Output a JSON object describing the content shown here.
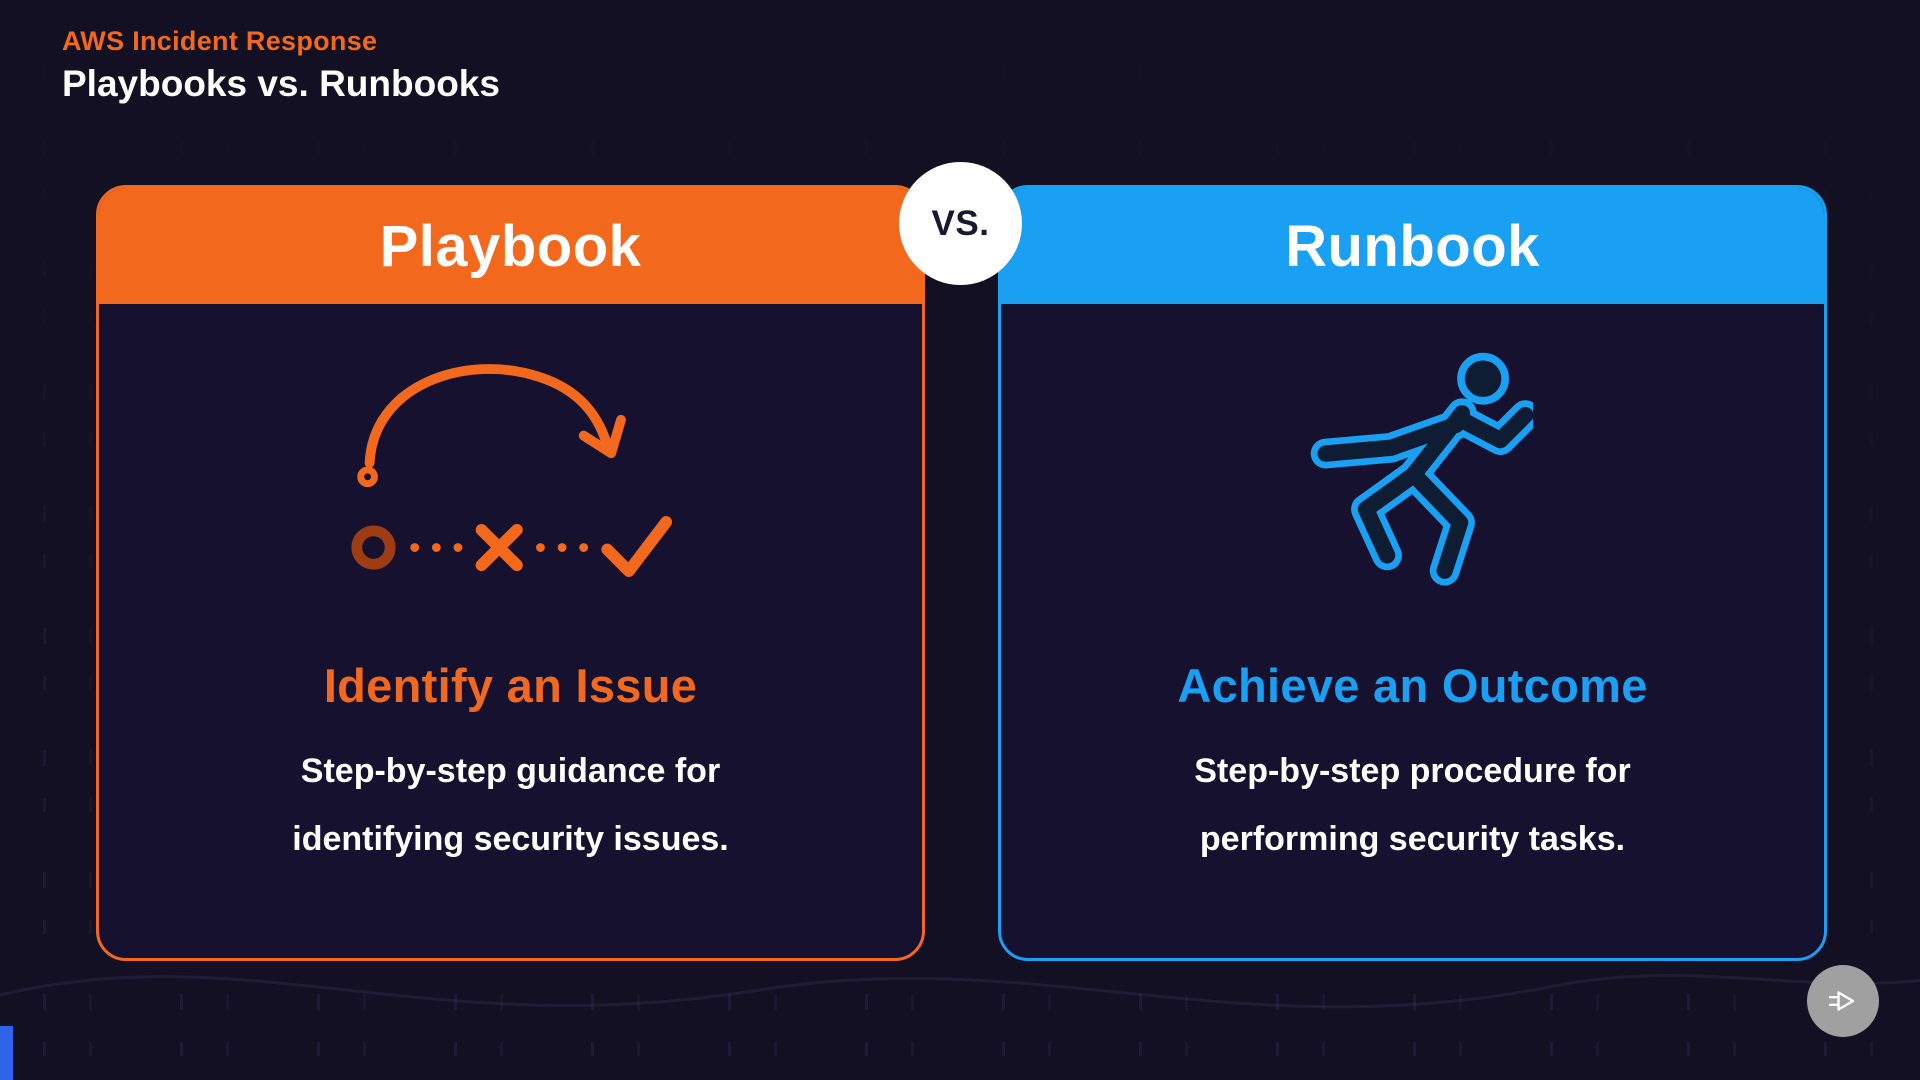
{
  "header": {
    "eyebrow": "AWS Incident Response",
    "title": "Playbooks vs. Runbooks"
  },
  "vs_label": "VS.",
  "cards": [
    {
      "title": "Playbook",
      "icon": "strategy-arc-arrow-icon",
      "heading": "Identify an Issue",
      "description_lines": [
        "Step-by-step guidance for",
        "identifying security issues."
      ]
    },
    {
      "title": "Runbook",
      "icon": "runner-icon",
      "heading": "Achieve an Outcome",
      "description_lines": [
        "Step-by-step procedure for",
        "performing security tasks."
      ]
    }
  ],
  "icons": {
    "playbook_card": "strategy-arc-arrow-icon",
    "runbook_card": "runner-icon",
    "brand": "pluralsight-play-icon"
  },
  "colors": {
    "background": "#131023",
    "card_background": "#171130",
    "accent_orange": "#F2691D",
    "accent_orange_dark": "#9E3D14",
    "accent_blue": "#19A0F2",
    "runner_fill": "#0E1D33",
    "vs_text": "#1A1730",
    "logo_gray": "#A0A0A0",
    "edge_accent": "#2F63E8"
  }
}
